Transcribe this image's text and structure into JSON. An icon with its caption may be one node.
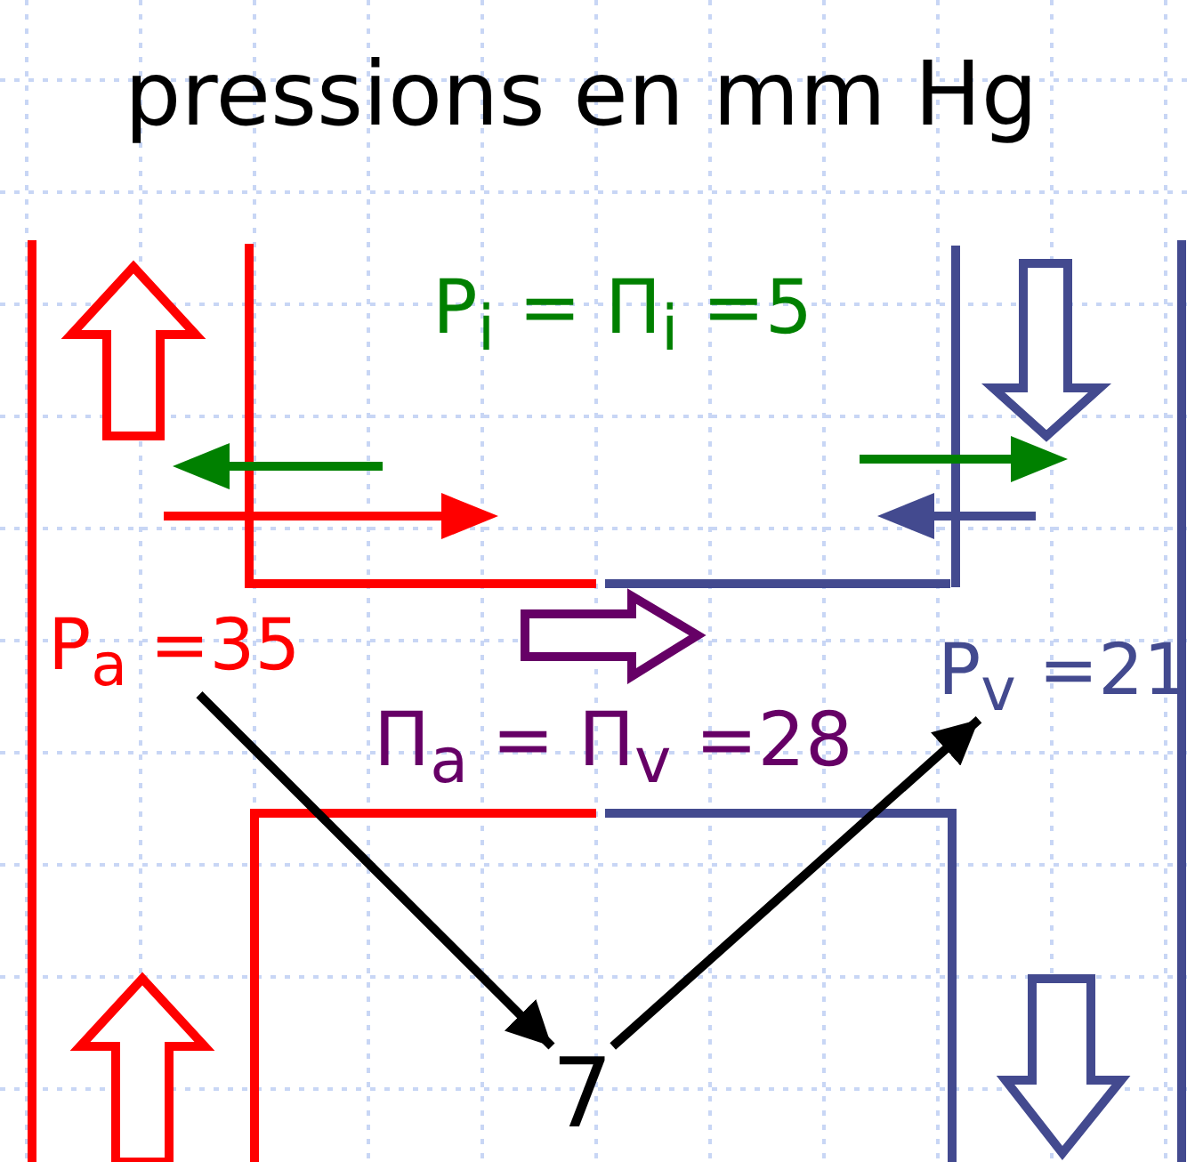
{
  "diagram": {
    "title": "pressions en mm Hg",
    "nodes": [
      {
        "text": [
          "P$_{a}$ =35"
        ]
      },
      {
        "text": [
          "7"
        ]
      },
      {
        "text": [
          "P$_{v}$ =21"
        ]
      }
    ],
    "edges": [
      {
        "from": 0,
        "to": 1,
        "arrow": "to"
      },
      {
        "from": 1,
        "to": 2,
        "arrow": "to"
      }
    ],
    "labels": [
      "P$_{i}$ = Π$_{i}$ =5",
      "Π$_{a}$ = Π$_{v}$ =28"
    ]
  }
}
